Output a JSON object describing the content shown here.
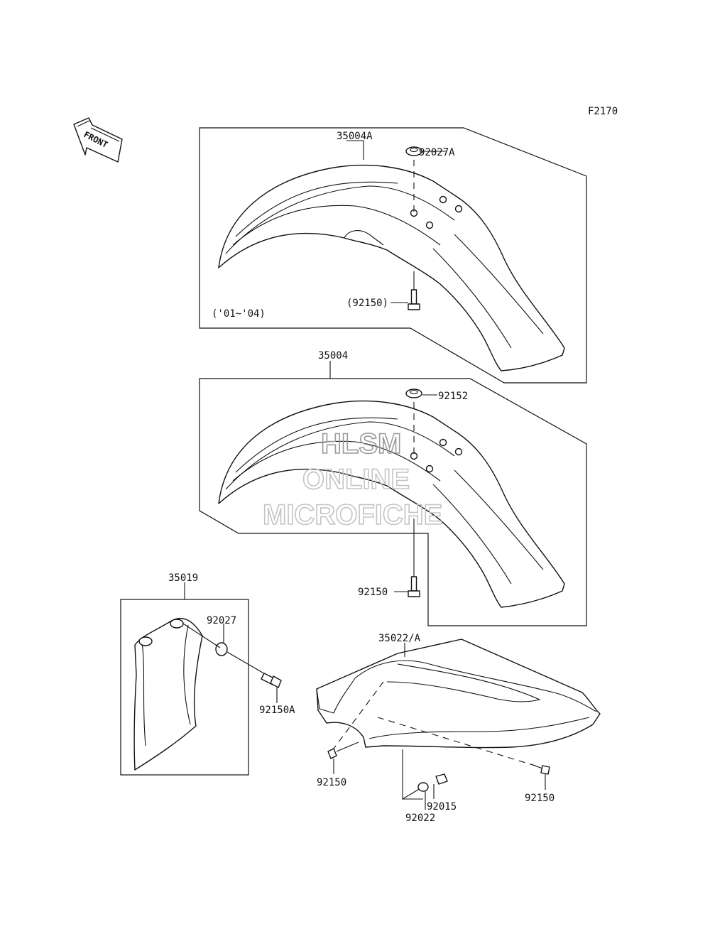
{
  "figure_code": "F2170",
  "front_arrow_label": "FRONT",
  "watermark": {
    "line1": "HLSM",
    "line2": "ONLINE",
    "line3": "MICROFICHE"
  },
  "groups": {
    "fender_a": {
      "part": "35004A",
      "washer": "92027A",
      "bolt": "(92150)",
      "note": "('01~'04)"
    },
    "fender": {
      "part": "35004",
      "washer": "92152",
      "bolt": "92150"
    },
    "guard": {
      "part": "35019",
      "washer": "92027",
      "bolt": "92150A"
    },
    "rear_fender": {
      "part": "35022/A",
      "bolt_left": "92150",
      "bolt_right": "92150",
      "nut": "92015",
      "washer": "92022"
    }
  }
}
